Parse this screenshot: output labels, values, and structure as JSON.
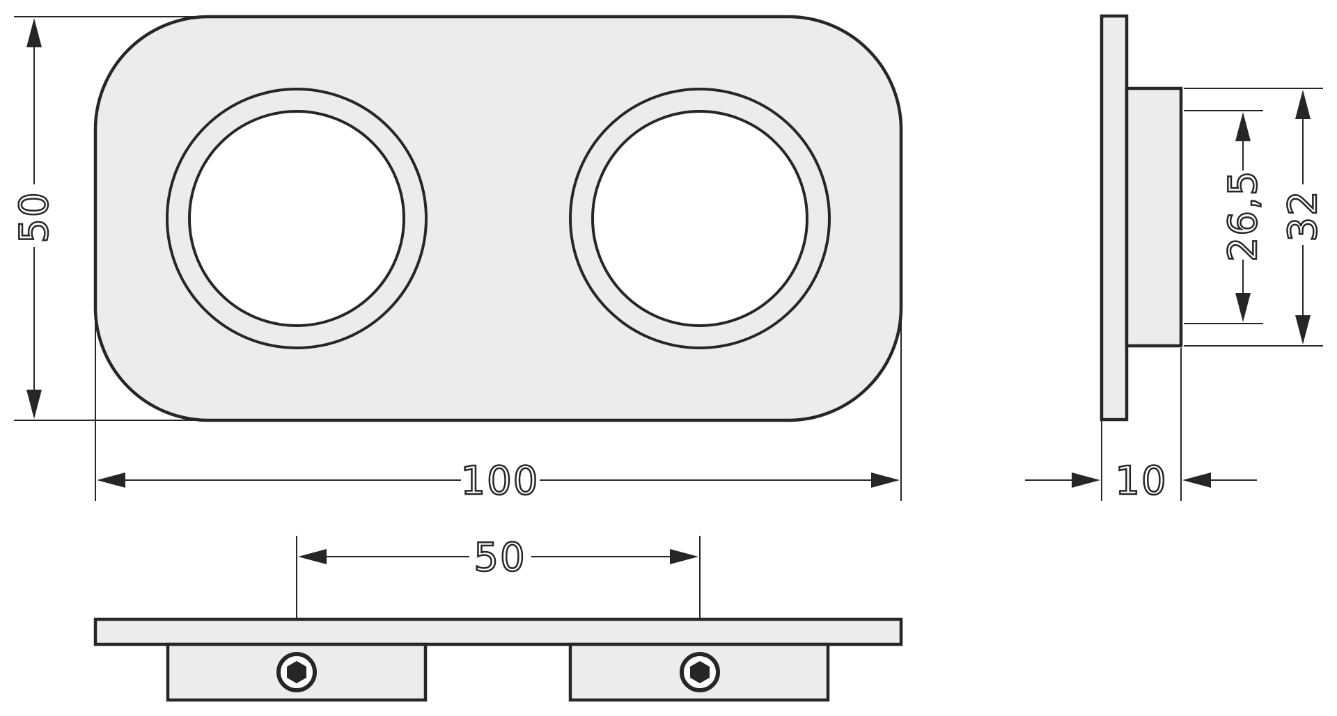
{
  "dimensions": {
    "height_50": "50",
    "width_100": "100",
    "thickness_10": "10",
    "inner_26_5": "26,5",
    "outer_32": "32",
    "spacing_50": "50"
  },
  "colors": {
    "part_fill": "#ebeceb",
    "line": "#262626",
    "background": "#ffffff"
  }
}
